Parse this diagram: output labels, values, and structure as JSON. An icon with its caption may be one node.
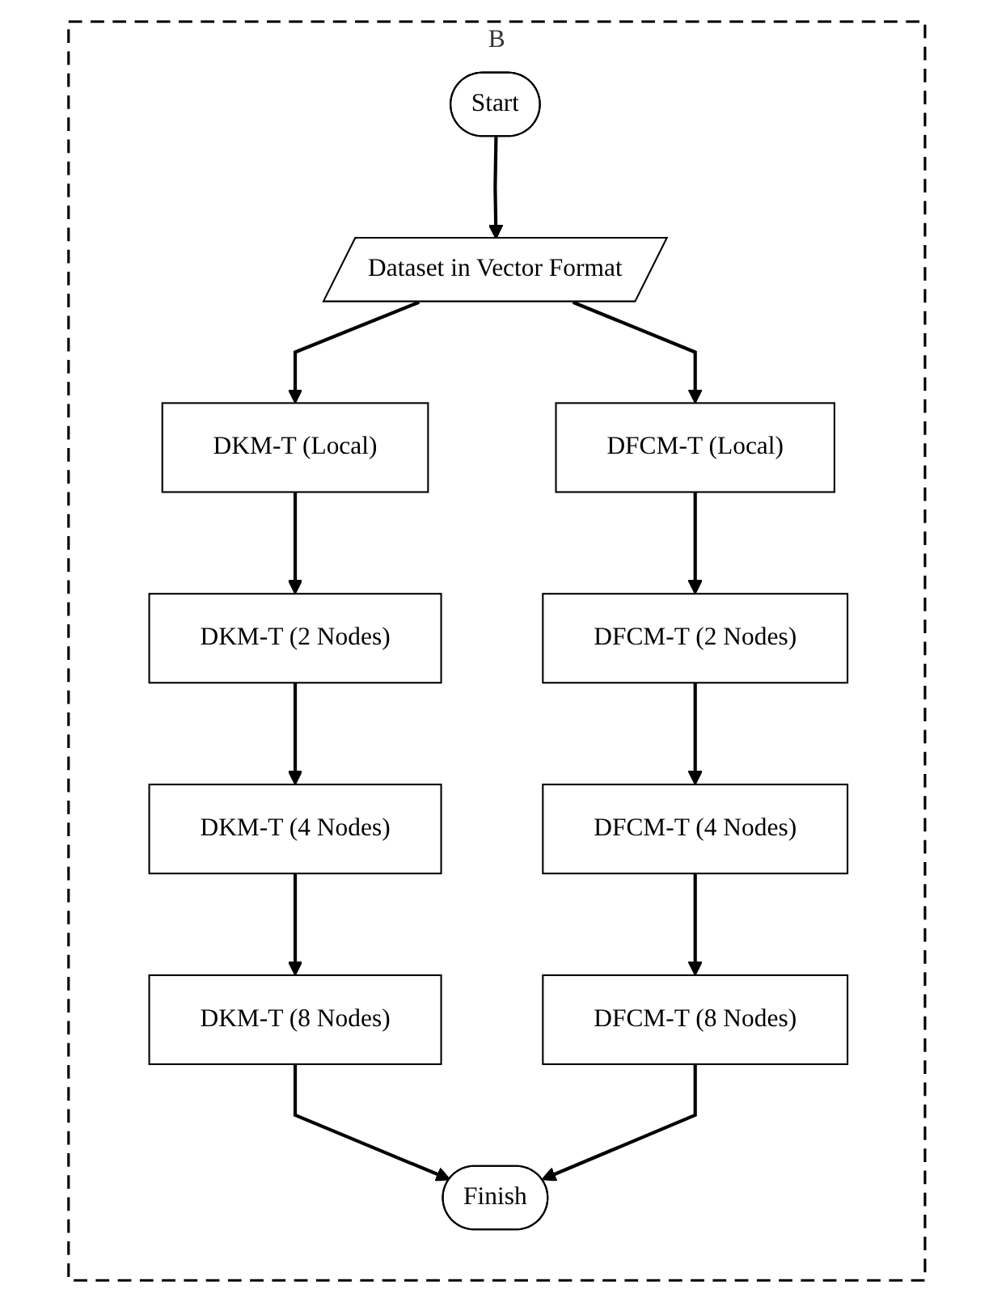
{
  "diagram": {
    "nodes": [
      {
        "text": [
          "B"
        ]
      },
      {
        "text": [
          "Start"
        ],
        "in": 0
      },
      {
        "text": [
          "Dataset in Vector Format"
        ],
        "in": 0
      },
      {
        "text": [
          "DKM-T (Local)"
        ],
        "in": 0
      },
      {
        "text": [
          "DFCM-T (Local)"
        ],
        "in": 0
      },
      {
        "text": [
          "DKM-T (2 Nodes)"
        ],
        "in": 0
      },
      {
        "text": [
          "DFCM-T (2 Nodes)"
        ],
        "in": 0
      },
      {
        "text": [
          "DKM-T (4 Nodes)"
        ],
        "in": 0
      },
      {
        "text": [
          "DFCM-T (4 Nodes)"
        ],
        "in": 0
      },
      {
        "text": [
          "DKM-T (8 Nodes)"
        ],
        "in": 0
      },
      {
        "text": [
          "DFCM-T (8 Nodes)"
        ],
        "in": 0
      },
      {
        "text": [
          "Finish"
        ],
        "in": 0
      }
    ],
    "edges": [
      {
        "from": 1,
        "to": 2,
        "arrow": "to"
      },
      {
        "from": 2,
        "to": 3,
        "arrow": "to"
      },
      {
        "from": 2,
        "to": 4,
        "arrow": "to"
      },
      {
        "from": 3,
        "to": 5,
        "arrow": "to"
      },
      {
        "from": 4,
        "to": 6,
        "arrow": "to"
      },
      {
        "from": 5,
        "to": 7,
        "arrow": "to"
      },
      {
        "from": 6,
        "to": 8,
        "arrow": "to"
      },
      {
        "from": 7,
        "to": 9,
        "arrow": "to"
      },
      {
        "from": 8,
        "to": 10,
        "arrow": "to"
      },
      {
        "from": 9,
        "to": 11,
        "arrow": "to"
      },
      {
        "from": 10,
        "to": 11,
        "arrow": "to"
      }
    ]
  }
}
